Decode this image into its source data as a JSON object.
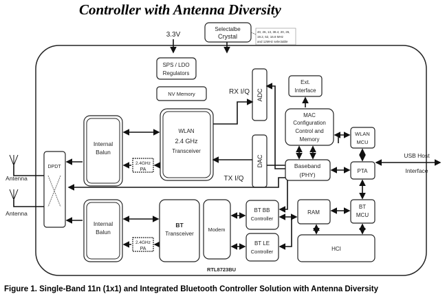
{
  "title": "Controller with Antenna Diversity",
  "caption": "Figure 1.  Single-Band 11n (1x1) and Integrated Bluetooth Controller Solution with Antenna Diversity",
  "labels": {
    "v33": "3.3V",
    "crystal1": "Selectalbe",
    "crystal2": "Crystal",
    "crystal_note1": "40, 26, 13, 38.4, 20, 26,",
    "crystal_note2": "19.2, 52, 16.8 MHz",
    "crystal_note3": "and 12MHz selectable",
    "sps1": "SPS / LDO",
    "sps2": "Regulators",
    "nv": "NV Memory",
    "wlan1": "WLAN",
    "wlan2": "2.4 GHz",
    "wlan3": "Transceiver",
    "adc": "ADC",
    "dac": "DAC",
    "rxiq": "RX I/Q",
    "txiq": "TX I/Q",
    "ext1": "Ext.",
    "ext2": "Interface",
    "mac1": "MAC",
    "mac2": "Configuration",
    "mac3": "Control and",
    "mac4": "Memory",
    "wmcu1": "WLAN",
    "wmcu2": "MCU",
    "bb1": "Baseband",
    "bb2": "(PHY)",
    "pta": "PTA",
    "usb1": "USB Host",
    "usb2": "Interface",
    "balun1": "Internal",
    "balun2": "Balun",
    "pa1": "2.4GHz",
    "pa2": "PA",
    "dpdt": "DPDT",
    "antenna": "Antenna",
    "bt1": "BT",
    "bt2": "Transceiver",
    "modem": "Modem",
    "btbb1": "BT BB",
    "btbb2": "Controller",
    "btle1": "BT LE",
    "btle2": "Controller",
    "ram": "RAM",
    "hci": "HCI",
    "bmcu1": "BT",
    "bmcu2": "MCU",
    "chip": "RTL8723BU"
  }
}
